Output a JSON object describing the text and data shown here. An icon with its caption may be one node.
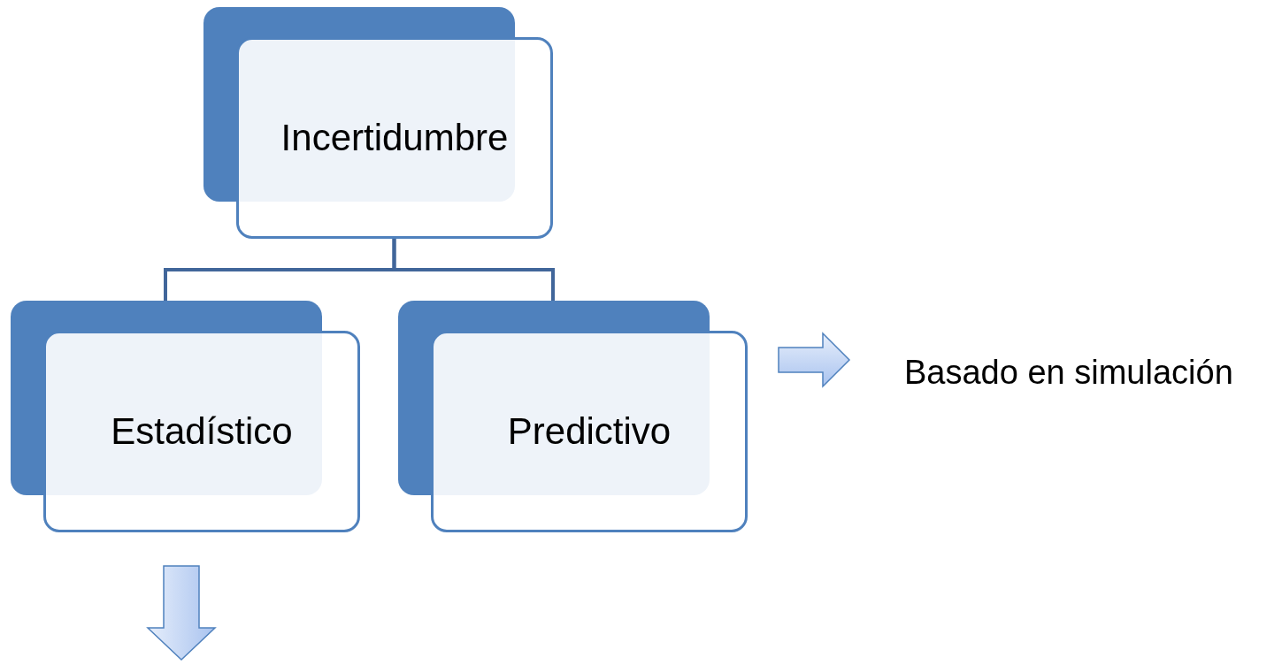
{
  "diagram": {
    "nodes": [
      {
        "text": [
          "Incertidumbre"
        ]
      },
      {
        "text": [
          "Estadístico"
        ]
      },
      {
        "text": [
          "Predictivo"
        ]
      },
      {
        "text": [
          "Basado en simulación"
        ]
      }
    ],
    "edges": [
      {
        "from": 0,
        "to": 1,
        "arrow": "none"
      },
      {
        "from": 0,
        "to": 2,
        "arrow": "none"
      },
      {
        "from": 2,
        "to": 3,
        "arrow": "to"
      },
      {
        "from": 1,
        "to": null,
        "arrow": "to"
      }
    ]
  }
}
